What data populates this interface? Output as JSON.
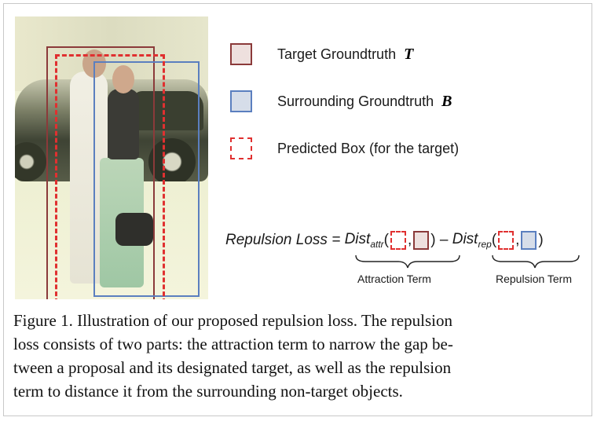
{
  "legend": {
    "target_label": "Target Groundtruth",
    "target_symbol": "T",
    "surrounding_label": "Surrounding Groundtruth",
    "surrounding_symbol": "B",
    "predicted_label": "Predicted Box (for the target)"
  },
  "formula": {
    "lhs": "Repulsion Loss =",
    "dist": "Dist",
    "attr_sub": "attr",
    "rep_sub": "rep",
    "open_paren": "(",
    "comma": ",",
    "close_paren": ")",
    "minus": "–"
  },
  "terms": {
    "attraction": "Attraction Term",
    "repulsion": "Repulsion Term"
  },
  "caption": {
    "lines": [
      "Figure 1. Illustration of our proposed repulsion loss.  The repulsion",
      "loss consists of two parts: the attraction term to narrow the gap be-",
      "tween a proposal and its designated target, as well as the repulsion",
      "term to distance it from the surrounding non-target objects."
    ]
  },
  "colors": {
    "target": "#8b3a3a",
    "surrounding": "#5b7fbf",
    "predicted": "#e03030"
  }
}
